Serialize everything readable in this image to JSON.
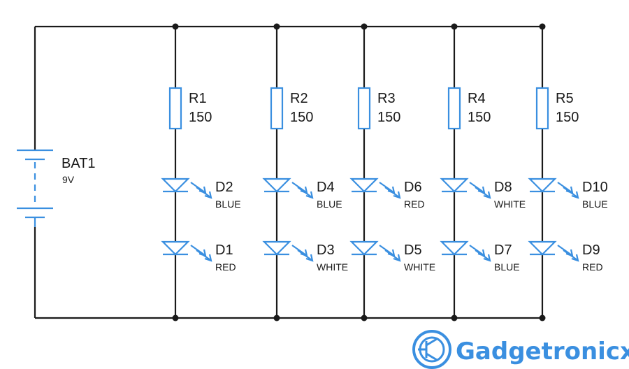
{
  "battery": {
    "name": "BAT1",
    "value": "9V"
  },
  "branches": [
    {
      "resistor": {
        "name": "R1",
        "value": "150"
      },
      "upper_led": {
        "name": "D2",
        "color": "BLUE"
      },
      "lower_led": {
        "name": "D1",
        "color": "RED"
      }
    },
    {
      "resistor": {
        "name": "R2",
        "value": "150"
      },
      "upper_led": {
        "name": "D4",
        "color": "BLUE"
      },
      "lower_led": {
        "name": "D3",
        "color": "WHITE"
      }
    },
    {
      "resistor": {
        "name": "R3",
        "value": "150"
      },
      "upper_led": {
        "name": "D6",
        "color": "RED"
      },
      "lower_led": {
        "name": "D5",
        "color": "WHITE"
      }
    },
    {
      "resistor": {
        "name": "R4",
        "value": "150"
      },
      "upper_led": {
        "name": "D8",
        "color": "WHITE"
      },
      "lower_led": {
        "name": "D7",
        "color": "BLUE"
      }
    },
    {
      "resistor": {
        "name": "R5",
        "value": "150"
      },
      "upper_led": {
        "name": "D10",
        "color": "BLUE"
      },
      "lower_led": {
        "name": "D9",
        "color": "RED"
      }
    }
  ],
  "brand": {
    "name": "Gadgetronicx"
  },
  "colors": {
    "component": "#3a8fe0",
    "wire": "#1a1a1a"
  }
}
